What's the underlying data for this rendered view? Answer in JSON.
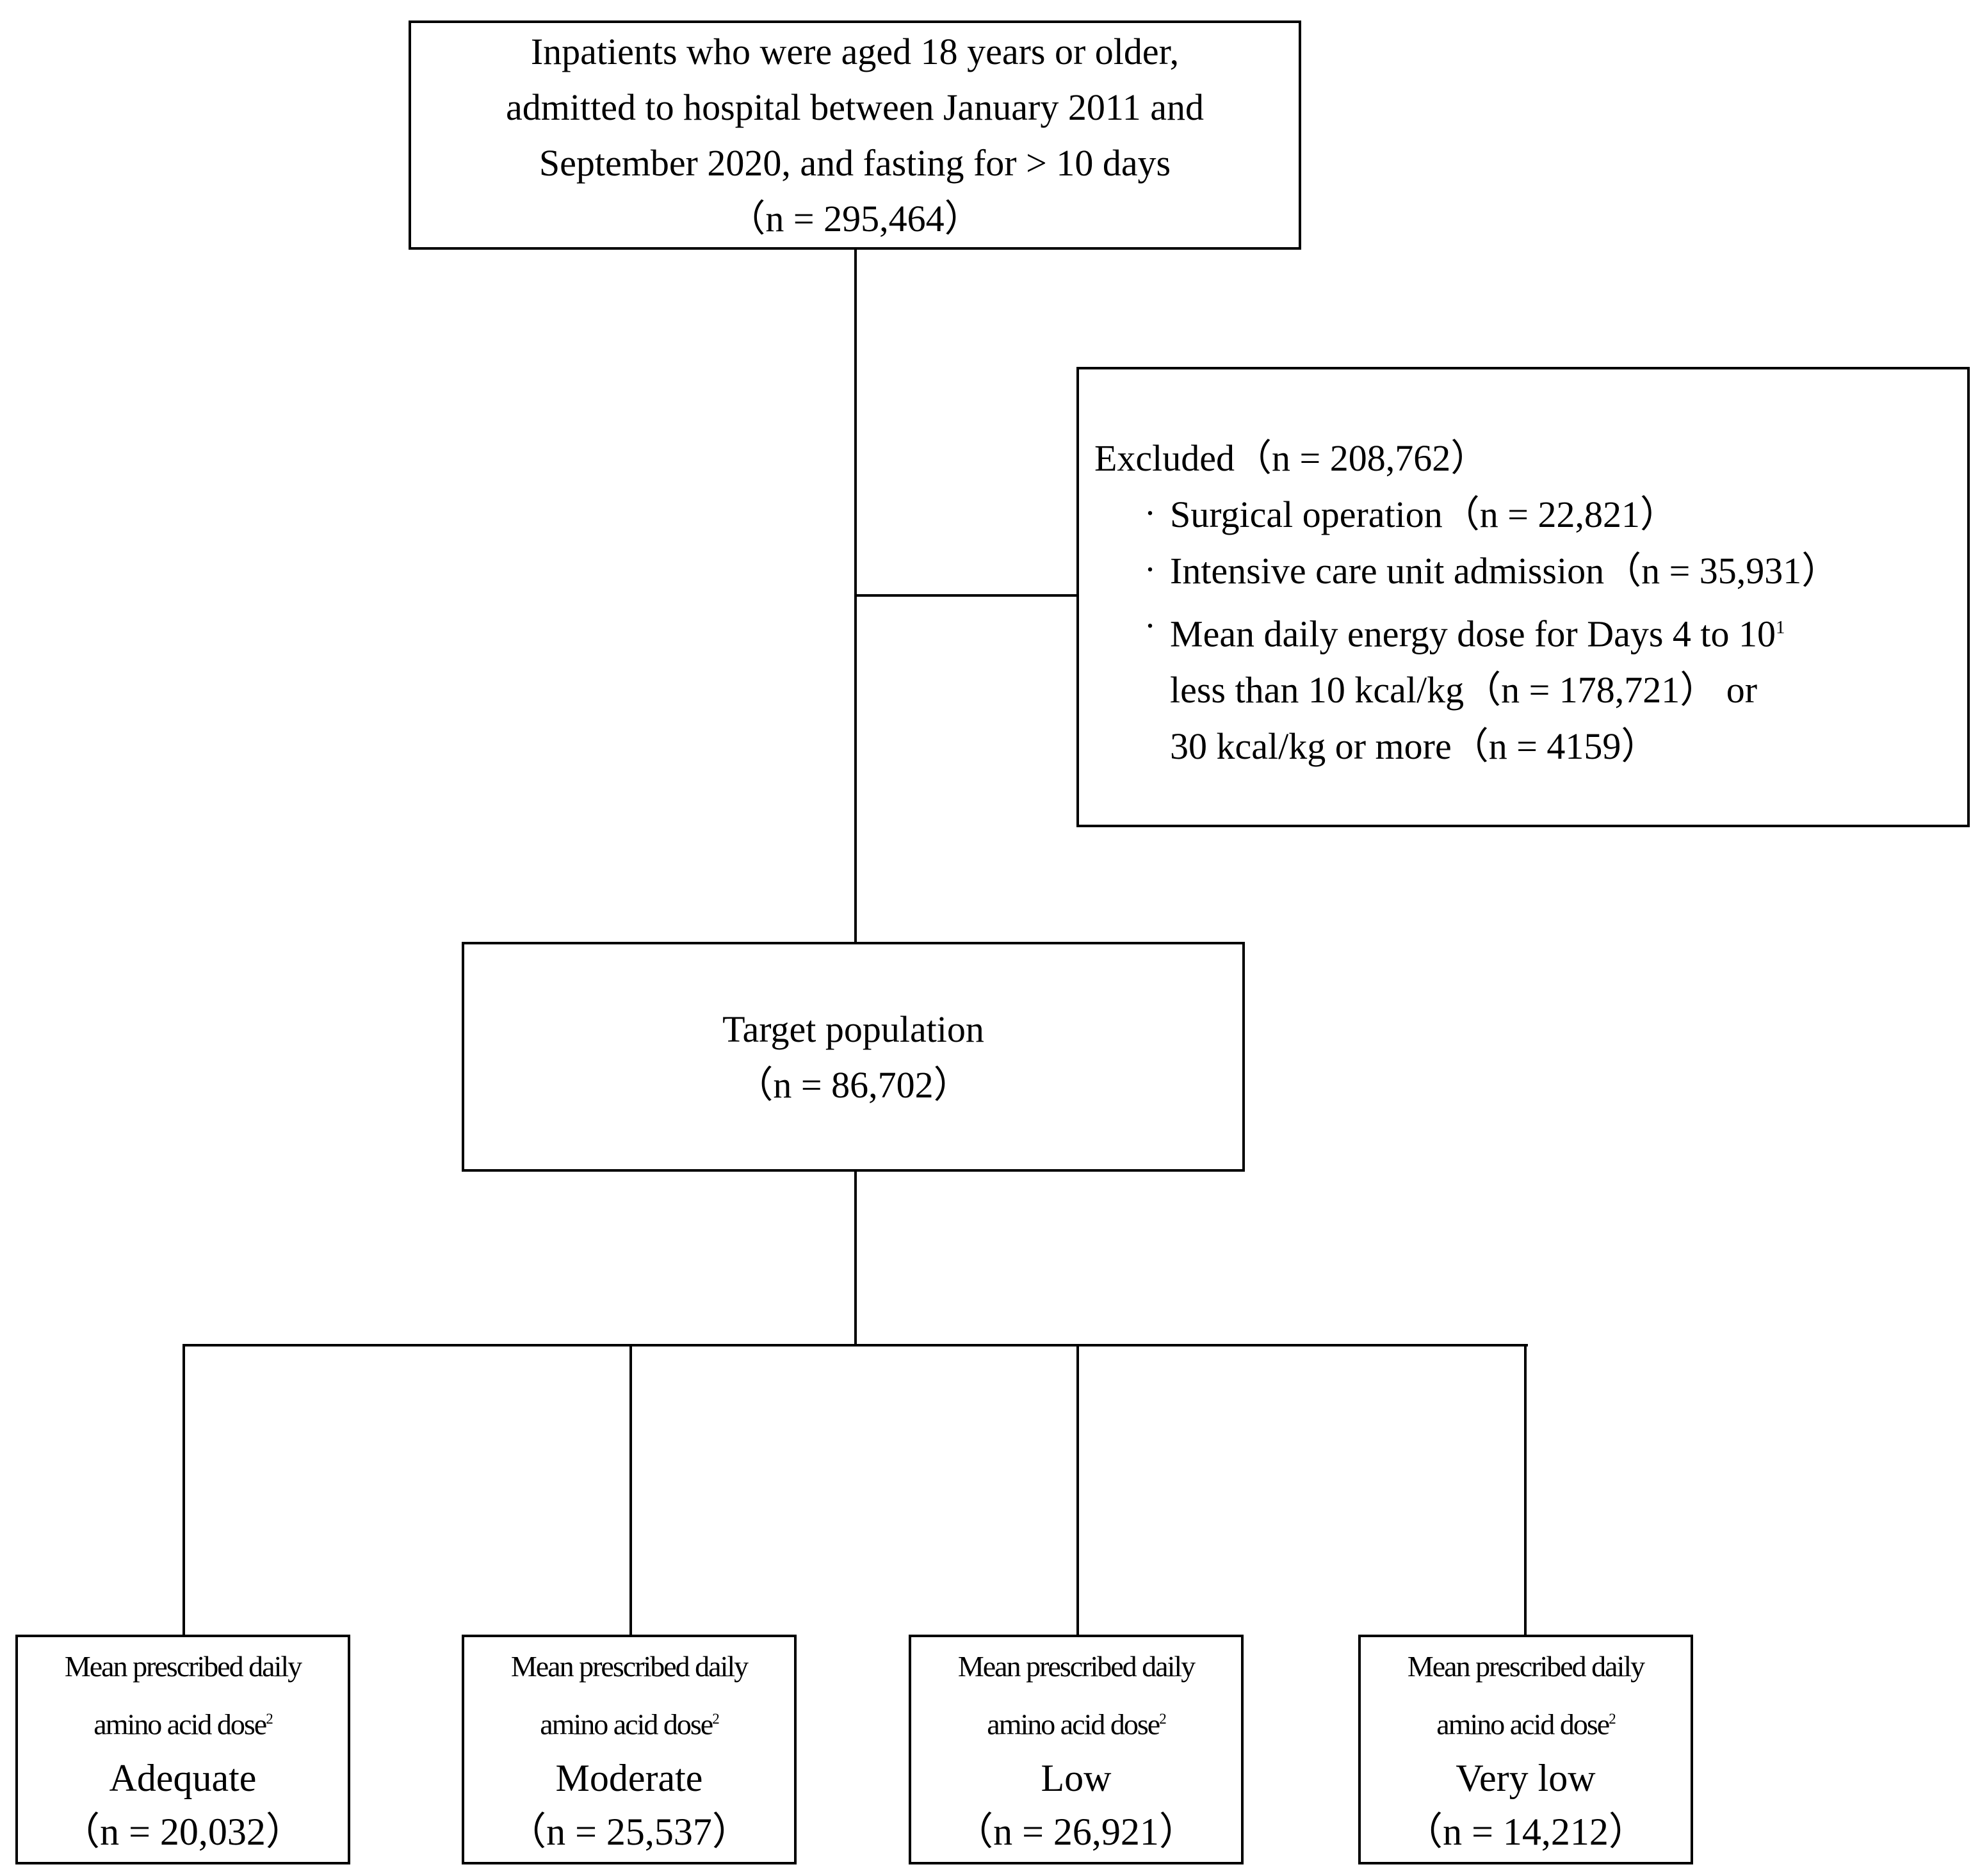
{
  "top_box": {
    "lines": [
      "Inpatients who were aged 18 years or older,",
      "admitted to hospital between January 2011 and",
      "September 2020, and fasting for > 10 days",
      "（n = 295,464）"
    ]
  },
  "excluded_box": {
    "title": "Excluded（n = 208,762）",
    "items": [
      {
        "text": "Surgical operation（n = 22,821）"
      },
      {
        "text": "Intensive care unit admission（n = 35,931）"
      },
      {
        "text": "Mean daily energy dose for Days 4 to 10",
        "sup": "1",
        "continuation": [
          "less than 10 kcal/kg（n = 178,721） or",
          "30 kcal/kg or more（n = 4159）"
        ]
      }
    ],
    "bullet": "・"
  },
  "target_box": {
    "title": "Target population",
    "count": "（n = 86,702）"
  },
  "groups": [
    {
      "line1": "Mean prescribed daily",
      "line2": "amino acid dose",
      "sup": "2",
      "category": "Adequate",
      "count": "（n = 20,032）"
    },
    {
      "line1": "Mean prescribed daily",
      "line2": "amino acid dose",
      "sup": "2",
      "category": "Moderate",
      "count": "（n = 25,537）"
    },
    {
      "line1": "Mean prescribed daily",
      "line2": "amino acid dose",
      "sup": "2",
      "category": "Low",
      "count": "（n = 26,921）"
    },
    {
      "line1": "Mean prescribed daily",
      "line2": "amino acid dose",
      "sup": "2",
      "category": "Very low",
      "count": "（n = 14,212）"
    }
  ]
}
